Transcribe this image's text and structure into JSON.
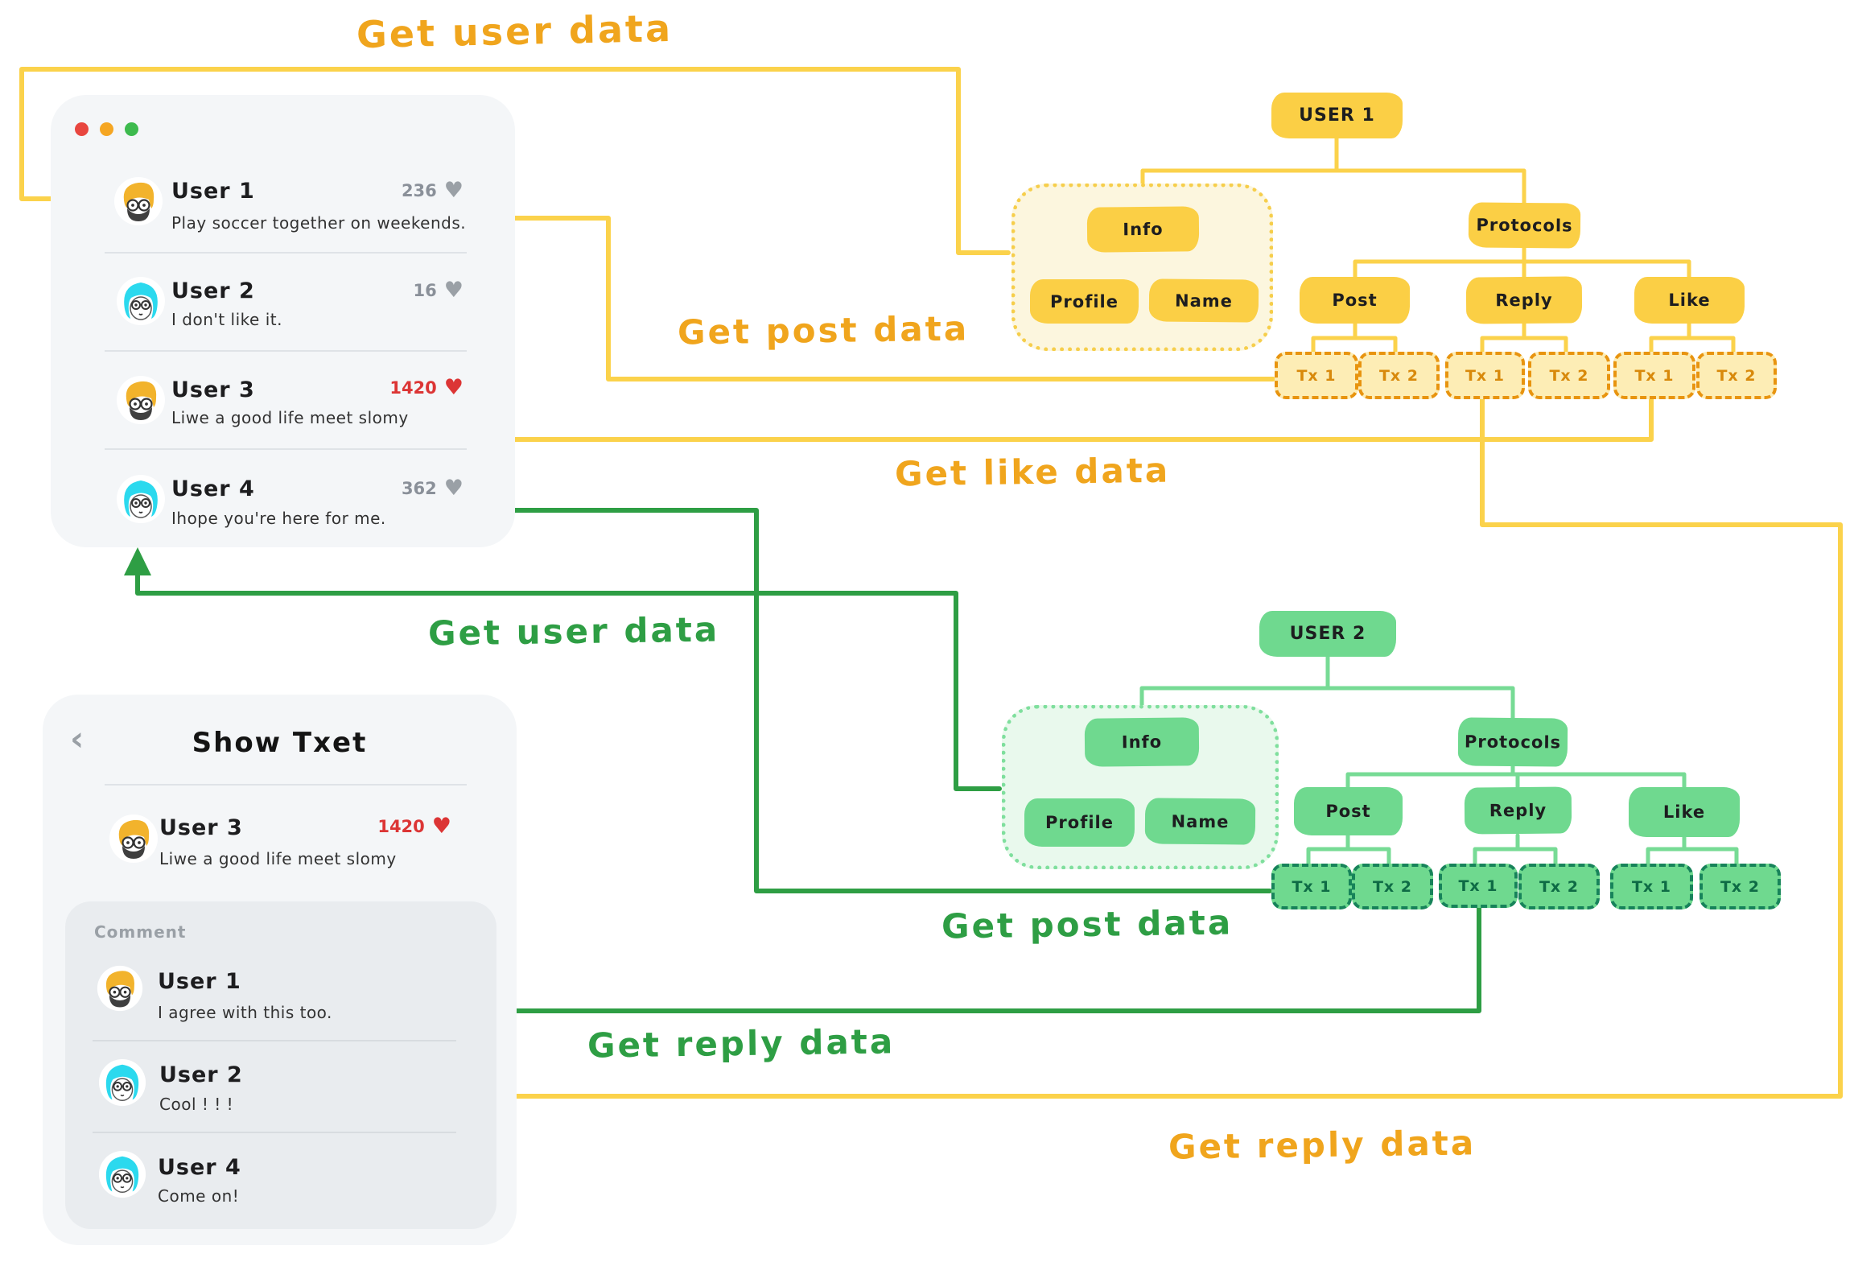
{
  "flow_labels": {
    "yellow_get_user": "Get user data",
    "yellow_get_post": "Get post data",
    "yellow_get_like": "Get like data",
    "yellow_get_reply": "Get reply data",
    "green_get_user": "Get user data",
    "green_get_post": "Get post data",
    "green_get_reply": "Get reply data"
  },
  "window_feed": {
    "posts": [
      {
        "user": "User 1",
        "message": "Play soccer together on weekends.",
        "likes": "236",
        "liked": false
      },
      {
        "user": "User 2",
        "message": "I don't like it.",
        "likes": "16",
        "liked": false
      },
      {
        "user": "User 3",
        "message": "Liwe a good life meet slomy",
        "likes": "1420",
        "liked": true
      },
      {
        "user": "User 4",
        "message": "Ihope you're here for me.",
        "likes": "362",
        "liked": false
      }
    ]
  },
  "window_detail": {
    "back_icon": "‹",
    "title": "Show Txet",
    "post": {
      "user": "User 3",
      "message": "Liwe a good life meet slomy",
      "likes": "1420",
      "liked": true
    },
    "comments_header": "Comment",
    "comments": [
      {
        "user": "User 1",
        "message": "I agree with this too."
      },
      {
        "user": "User 2",
        "message": "Cool ! ! !"
      },
      {
        "user": "User 4",
        "message": "Come on!"
      }
    ]
  },
  "tree_user1": {
    "root": "USER 1",
    "info": "Info",
    "profile": "Profile",
    "name": "Name",
    "protocols": "Protocols",
    "post": "Post",
    "reply": "Reply",
    "like": "Like",
    "tx1": "Tx 1",
    "tx2": "Tx 2"
  },
  "tree_user2": {
    "root": "USER 2",
    "info": "Info",
    "profile": "Profile",
    "name": "Name",
    "protocols": "Protocols",
    "post": "Post",
    "reply": "Reply",
    "like": "Like",
    "tx1": "Tx 1",
    "tx2": "Tx 2"
  },
  "icons": {
    "heart": "♥"
  },
  "colors": {
    "yellow_node": "#FBCF45",
    "yellow_line": "#FBD24B",
    "yellow_label": "#F0A51D",
    "yellow_tx_fill": "#FDEDB5",
    "yellow_tx_border": "#E8940F",
    "green_node": "#6FD98F",
    "green_tree_line": "#77DB95",
    "green_flow": "#2E9E44",
    "green_tx_border": "#17835A",
    "liked_red": "#DC3535",
    "muted_gray": "#9AA0A6",
    "card_bg": "#F4F6F8",
    "comment_bg": "#E9ECEF",
    "traffic_red": "#E8463F",
    "traffic_yellow": "#F5A623",
    "traffic_green": "#3DBA4E"
  }
}
